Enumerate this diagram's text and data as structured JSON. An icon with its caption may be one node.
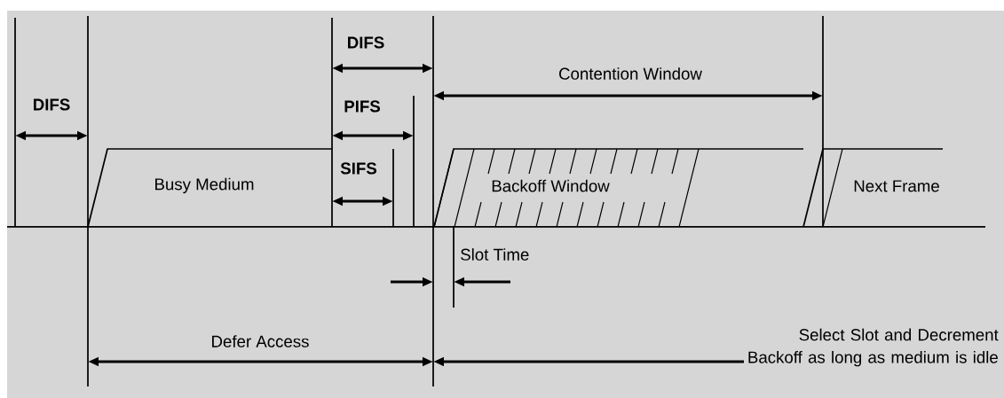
{
  "diagram": {
    "nodes": [
      {
        "text": [
          "Busy Medium"
        ]
      },
      {
        "text": [
          "Backoff Window"
        ]
      },
      {
        "text": [
          "Next Frame"
        ]
      }
    ],
    "labels": [
      "DIFS",
      "DIFS",
      "PIFS",
      "SIFS",
      "Contention Window",
      "Slot Time",
      "Defer Access",
      "Select Slot and Decrement Backoff as long as medium is idle"
    ]
  }
}
